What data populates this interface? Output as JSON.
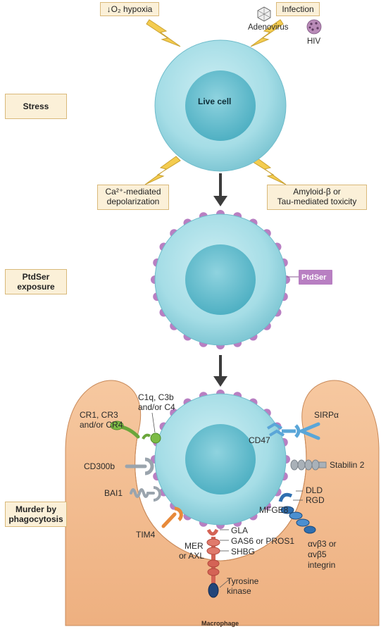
{
  "stages": {
    "stress": "Stress",
    "exposure_line1": "PtdSer",
    "exposure_line2": "exposure",
    "murder_line1": "Murder by",
    "murder_line2": "phagocytosis"
  },
  "stressors": {
    "hypoxia": "↓O₂ hypoxia",
    "infection": "Infection",
    "adenovirus": "Adenovirus",
    "hiv": "HIV",
    "calcium_line1": "Ca²⁺-mediated",
    "calcium_line2": "depolarization",
    "amyloid_line1": "Amyloid-β or",
    "amyloid_line2": "Tau-mediated toxicity"
  },
  "cell": {
    "label": "Live cell"
  },
  "ptdser_tag": "PtdSer",
  "receptors": {
    "c1q_line1": "C1q, C3b",
    "c1q_line2": "and/or C4",
    "cr_line1": "CR1, CR3",
    "cr_line2": "and/or CR4",
    "cd300b": "CD300b",
    "bai1": "BAI1",
    "tim4": "TIM4",
    "mer_line1": "MER",
    "mer_line2": "or AXL",
    "gla": "GLA",
    "gas6": "GAS6 or PROS1",
    "shbg": "SHBG",
    "tyrosine_line1": "Tyrosine",
    "tyrosine_line2": "kinase",
    "sirpa": "SIRPα",
    "cd47": "CD47",
    "stabilin": "Stabilin 2",
    "dld": "DLD",
    "rgd": "RGD",
    "mfge8": "MFGE8",
    "integrin_line1": "αvβ3 or",
    "integrin_line2": "αvβ5",
    "integrin_line3": "integrin"
  },
  "macrophage": "Macrophage",
  "colors": {
    "cell_outer": "#a8dfe7",
    "cell_inner": "#6cc3d3",
    "ptdser": "#b87fc2",
    "macrophage": "#f2b98c",
    "box_fill": "#fbf0d8",
    "bolt": "#f4cc4f"
  }
}
